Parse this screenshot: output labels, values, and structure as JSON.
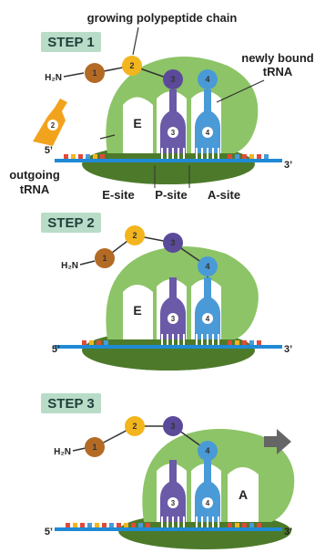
{
  "labels": {
    "growing_chain": "growing polypeptide chain",
    "newly_bound_line1": "newly bound",
    "newly_bound_line2": "tRNA",
    "outgoing_line1": "outgoing",
    "outgoing_line2": "tRNA",
    "e_site": "E-site",
    "p_site": "P-site",
    "a_site": "A-site",
    "five_prime": "5’",
    "three_prime": "3’",
    "h2n": "H₂N"
  },
  "steps": [
    {
      "title": "STEP 1",
      "site_letter": "E"
    },
    {
      "title": "STEP 2",
      "site_letter": "E"
    },
    {
      "title": "STEP 3",
      "site_letter": "A"
    }
  ],
  "amino_acids": [
    "1",
    "2",
    "3",
    "4"
  ],
  "trna_numbers": {
    "p_site": "3",
    "a_site": "4",
    "outgoing": "2"
  },
  "colors": {
    "ribosome_large": "#8dc467",
    "ribosome_small": "#4d7a2a",
    "mrna": "#1f8ad6",
    "step_box": "#b8dcc8",
    "aa1": "#b36a24",
    "aa2": "#f2b51d",
    "aa3": "#5b4a9a",
    "aa4": "#4a9ad8",
    "trna_purple": "#6a5aa8",
    "trna_blue": "#4a9ad8",
    "trna_orange": "#f2a31d",
    "arrow": "#666666"
  }
}
